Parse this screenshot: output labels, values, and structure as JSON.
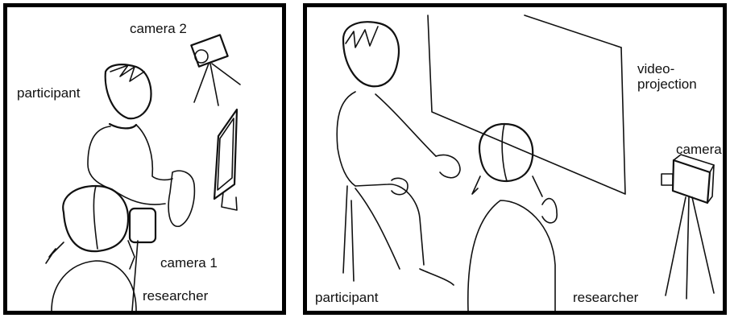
{
  "scene_left": {
    "labels": {
      "camera2": "camera 2",
      "participant": "participant",
      "camera1": "camera 1",
      "researcher": "researcher"
    }
  },
  "scene_right": {
    "labels": {
      "projection": "video-\nprojection",
      "camera": "camera",
      "participant": "participant",
      "researcher": "researcher"
    }
  }
}
